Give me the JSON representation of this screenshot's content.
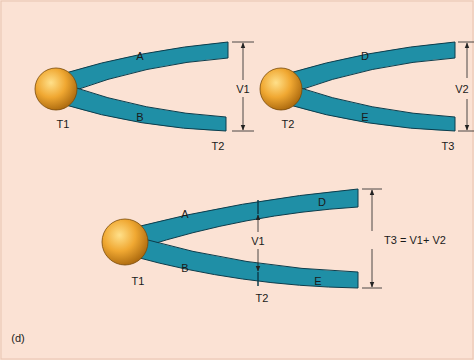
{
  "diagram": {
    "labels": [
      "A",
      "B",
      "V1",
      "T1",
      "T2",
      "D",
      "E",
      "V2",
      "T2",
      "T3",
      "A",
      "D",
      "B",
      "E",
      "V1",
      "T1",
      "T2",
      "T3 = V1+ V2",
      "(d)"
    ]
  }
}
